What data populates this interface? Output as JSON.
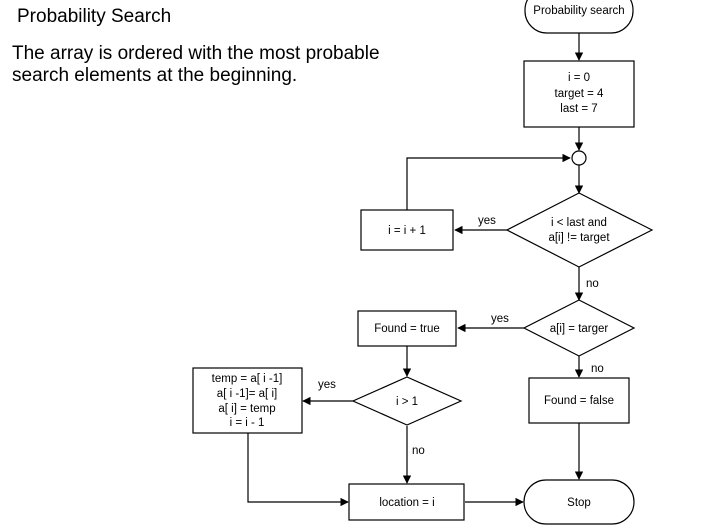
{
  "heading": "Probability Search",
  "intro": {
    "line1": "The array is ordered with the most probable",
    "line2": "search elements at the beginning."
  },
  "flowchart": {
    "start_label": "Probability search",
    "init": [
      "i = 0",
      "target = 4",
      "last = 7"
    ],
    "loop_condition": [
      "i < last and",
      "a[i]  != target"
    ],
    "increment": "i = i + 1",
    "found_condition": "a[i] = targer",
    "found_true": "Found = true",
    "found_false": "Found = false",
    "swap_condition": "i > 1",
    "swap_block": [
      "temp = a[ i -1]",
      "a[ i -1]= a[ i]",
      "a[ i] = temp",
      "i = i - 1"
    ],
    "location": "location = i",
    "stop_label": "Stop",
    "labels": {
      "yes": "yes",
      "no": "no"
    }
  }
}
